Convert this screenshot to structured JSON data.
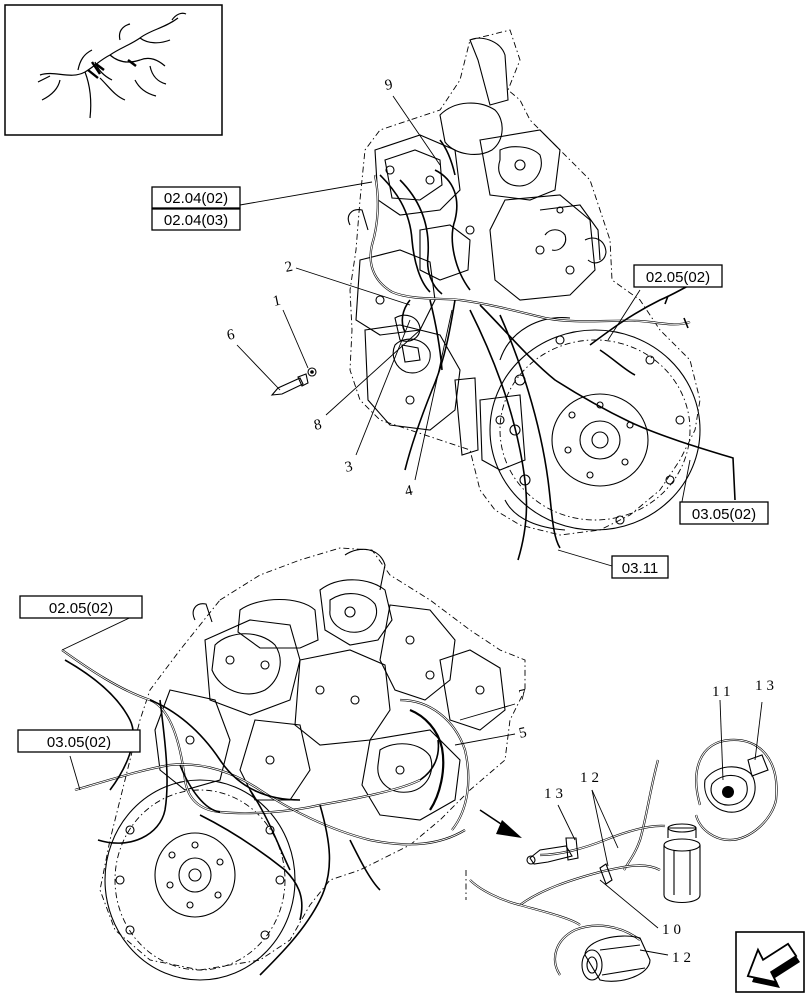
{
  "references": {
    "top_ref_a": "02.04(02)",
    "top_ref_b": "02.04(03)",
    "top_right_ref": "02.05(02)",
    "right_ref": "03.05(02)",
    "bottom_ref": "03.11",
    "left_ref_top": "02.05(02)",
    "left_ref_bottom": "03.05(02)"
  },
  "callouts": {
    "c1": "1",
    "c2": "2",
    "c3": "3",
    "c4": "4",
    "c5": "5",
    "c6": "6",
    "c7": "7",
    "c8": "8",
    "c9": "9",
    "c10": "10",
    "c11": "11",
    "c12a": "12",
    "c12b": "12",
    "c13a": "13",
    "c13b": "13"
  },
  "icons": {
    "corner": "arrow-down-left-icon",
    "pointer": "arrow-right-icon",
    "thumbnail": "wiring-harness-overview-icon"
  }
}
